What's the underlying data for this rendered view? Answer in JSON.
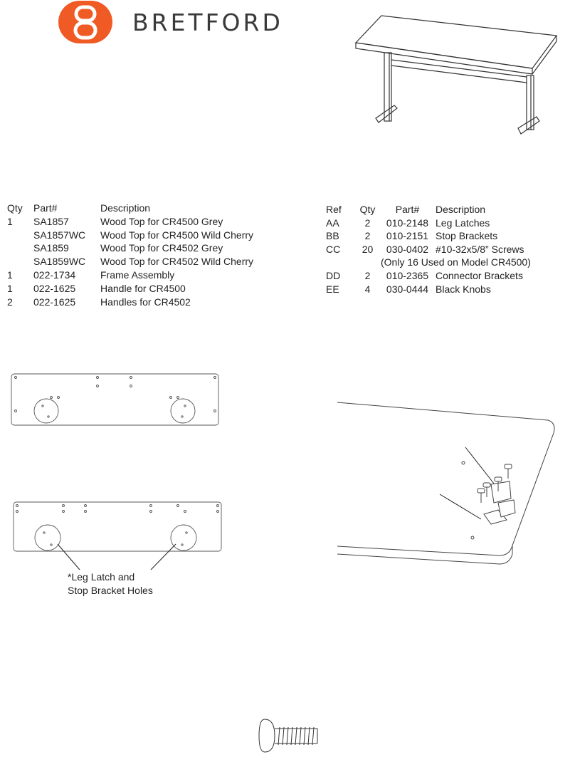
{
  "brand": {
    "name": "BRETFORD",
    "logo_icon": "bretford-8-logo-icon",
    "accent_color": "#f05a24"
  },
  "parts_list": {
    "headers": [
      "Qty",
      "Part#",
      "Description"
    ],
    "rows": [
      {
        "qty": "1",
        "part": "SA1857",
        "description": "Wood Top for CR4500 Grey"
      },
      {
        "qty": "",
        "part": "SA1857WC",
        "description": "Wood Top for CR4500 Wild Cherry"
      },
      {
        "qty": "",
        "part": "SA1859",
        "description": "Wood Top for CR4502 Grey"
      },
      {
        "qty": "",
        "part": "SA1859WC",
        "description": "Wood Top for CR4502 Wild Cherry"
      },
      {
        "qty": "1",
        "part": "022-1734",
        "description": "Frame Assembly"
      },
      {
        "qty": "1",
        "part": "022-1625",
        "description": "Handle for CR4500"
      },
      {
        "qty": "2",
        "part": "022-1625",
        "description": "Handles for CR4502"
      }
    ]
  },
  "hardware_list": {
    "headers": [
      "Ref",
      "Qty",
      "Part#",
      "Description"
    ],
    "rows": [
      {
        "ref": "AA",
        "qty": "2",
        "part": "010-2148",
        "description": "Leg Latches"
      },
      {
        "ref": "BB",
        "qty": "2",
        "part": "010-2151",
        "description": "Stop Brackets"
      },
      {
        "ref": "CC",
        "qty": "20",
        "part": "030-0402",
        "description": "#10-32x5/8” Screws"
      },
      {
        "ref": "DD",
        "qty": "2",
        "part": "010-2365",
        "description": "Connector Brackets"
      },
      {
        "ref": "EE",
        "qty": "4",
        "part": "030-0444",
        "description": "Black Knobs"
      }
    ],
    "cc_note": "(Only 16 Used on Model CR4500)"
  },
  "callout": {
    "line1": "*Leg Latch and",
    "line2": "Stop Bracket Holes"
  }
}
